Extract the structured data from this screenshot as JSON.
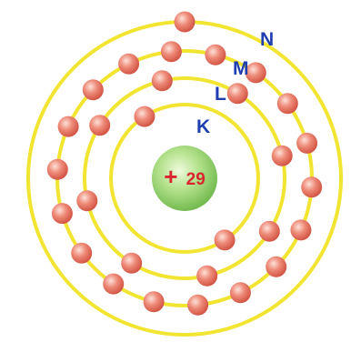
{
  "nucleus": {
    "sign": "+",
    "number": "29"
  },
  "shells": [
    {
      "label": "K",
      "electrons": 2
    },
    {
      "label": "L",
      "electrons": 8
    },
    {
      "label": "M",
      "electrons": 18
    },
    {
      "label": "N",
      "electrons": 1
    }
  ],
  "colors": {
    "orbit": "#f2e531",
    "label": "#1f3fb0",
    "charge": "#d8262e",
    "nucleus": "#8ccf6a",
    "electron": "#e8705f"
  }
}
